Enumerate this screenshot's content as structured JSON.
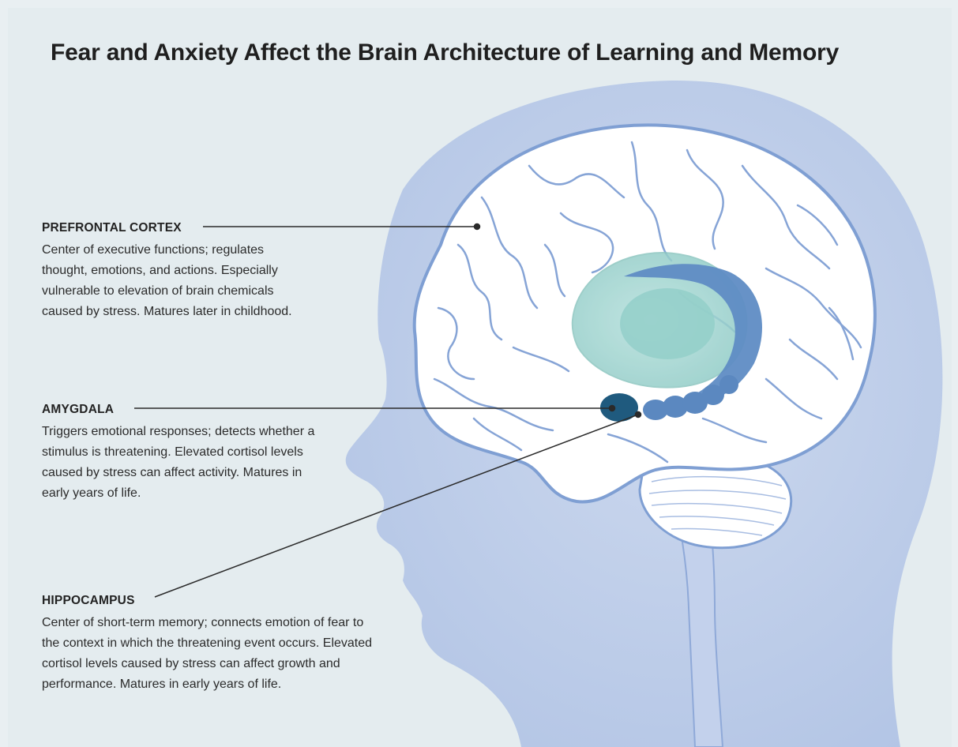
{
  "title": "Fear and Anxiety Affect the Brain Architecture of Learning and Memory",
  "regions": [
    {
      "name": "PREFRONTAL CORTEX",
      "description": "Center of executive functions; regulates thought, emotions, and actions. Especially vulnerable to elevation of brain chemicals caused by stress. Matures later in childhood."
    },
    {
      "name": "AMYGDALA",
      "description": "Triggers emotional responses; detects whether a stimulus is threatening. Elevated cortisol levels caused by stress can affect activity. Matures in early years of life."
    },
    {
      "name": "HIPPOCAMPUS",
      "description": "Center of short-term memory; connects emotion of fear to the context in which the threatening event occurs. Elevated cortisol levels caused by stress can affect growth and performance. Matures in early years of life."
    }
  ],
  "colors": {
    "background": "#e4ecef",
    "head_silhouette": "#b9c8e6",
    "brain_fill": "#ffffff",
    "brain_outline": "#7f9fd3",
    "limbic": "#9fd3cf",
    "hippocampus": "#4f7fb7",
    "amygdala": "#1f5a7e",
    "leader_line": "#2a2a2a"
  }
}
